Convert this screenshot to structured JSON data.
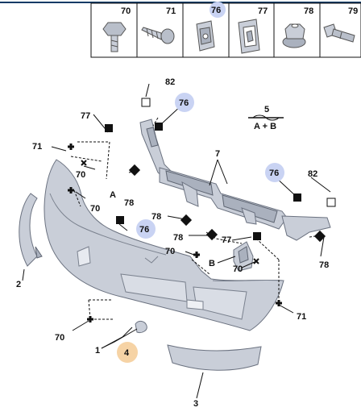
{
  "parts_table": {
    "cells": [
      {
        "ref": "70",
        "icon": "bolt-icon",
        "highlight": false
      },
      {
        "ref": "71",
        "icon": "screw-icon",
        "highlight": false
      },
      {
        "ref": "76",
        "icon": "clip-nut-icon",
        "highlight": true
      },
      {
        "ref": "77",
        "icon": "spring-clip-icon",
        "highlight": false
      },
      {
        "ref": "78",
        "icon": "flange-nut-icon",
        "highlight": false
      },
      {
        "ref": "79",
        "icon": "push-rivet-icon",
        "highlight": false
      }
    ]
  },
  "callouts": {
    "c82_top": "82",
    "c76_top": "76",
    "c5": "5",
    "c5_formula": "A + B",
    "c77_left": "77",
    "c71_left": "71",
    "c70_left_x": "70",
    "c7": "7",
    "c76_right": "76",
    "c82_right": "82",
    "c78_a": "78",
    "cA": "A",
    "c70_left_plus": "70",
    "c78_mid": "78",
    "c76_mid": "76",
    "c78_b": "78",
    "c77_mid": "77",
    "c70_mid": "70",
    "cB": "B",
    "c70_mid2": "70",
    "c78_right": "78",
    "c2": "2",
    "c71_right": "71",
    "c70_bottom": "70",
    "c1": "1",
    "c4": "4",
    "c3": "3"
  },
  "colors": {
    "highlight_blue": "#c9d3f3",
    "highlight_orange": "#f6d3a5",
    "part_gray": "#c9ced8",
    "marker_black": "#111111"
  }
}
